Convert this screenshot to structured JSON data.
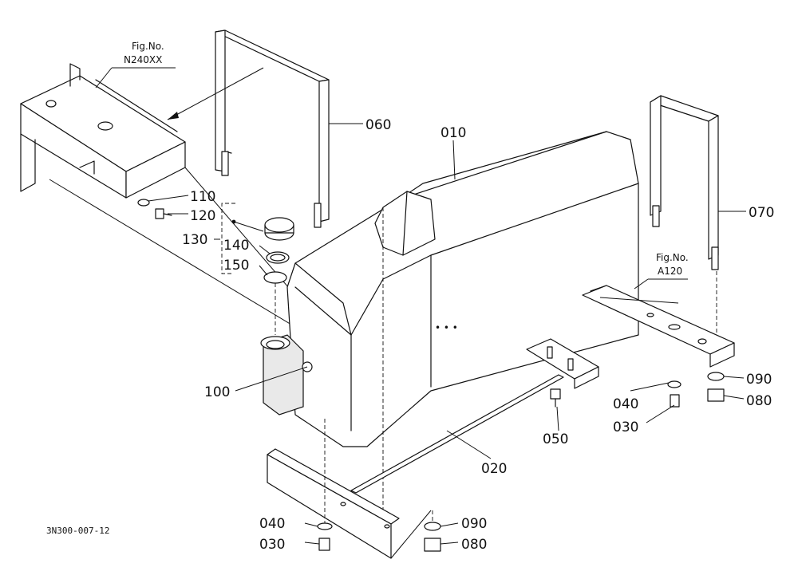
{
  "references": {
    "top_left": {
      "line1": "Fig.No.",
      "line2": "N240XX"
    },
    "right": {
      "line1": "Fig.No.",
      "line2": "A120"
    }
  },
  "callouts": {
    "p010": "010",
    "p020": "020",
    "p030_right": "030",
    "p030_bottom": "030",
    "p040_right": "040",
    "p040_bottom": "040",
    "p050": "050",
    "p060": "060",
    "p070": "070",
    "p080_right": "080",
    "p080_bottom": "080",
    "p090_right": "090",
    "p090_bottom": "090",
    "p100": "100",
    "p110": "110",
    "p120": "120",
    "p130": "130",
    "p140": "140",
    "p150": "150"
  },
  "drawing_number": "3N300-007-12"
}
